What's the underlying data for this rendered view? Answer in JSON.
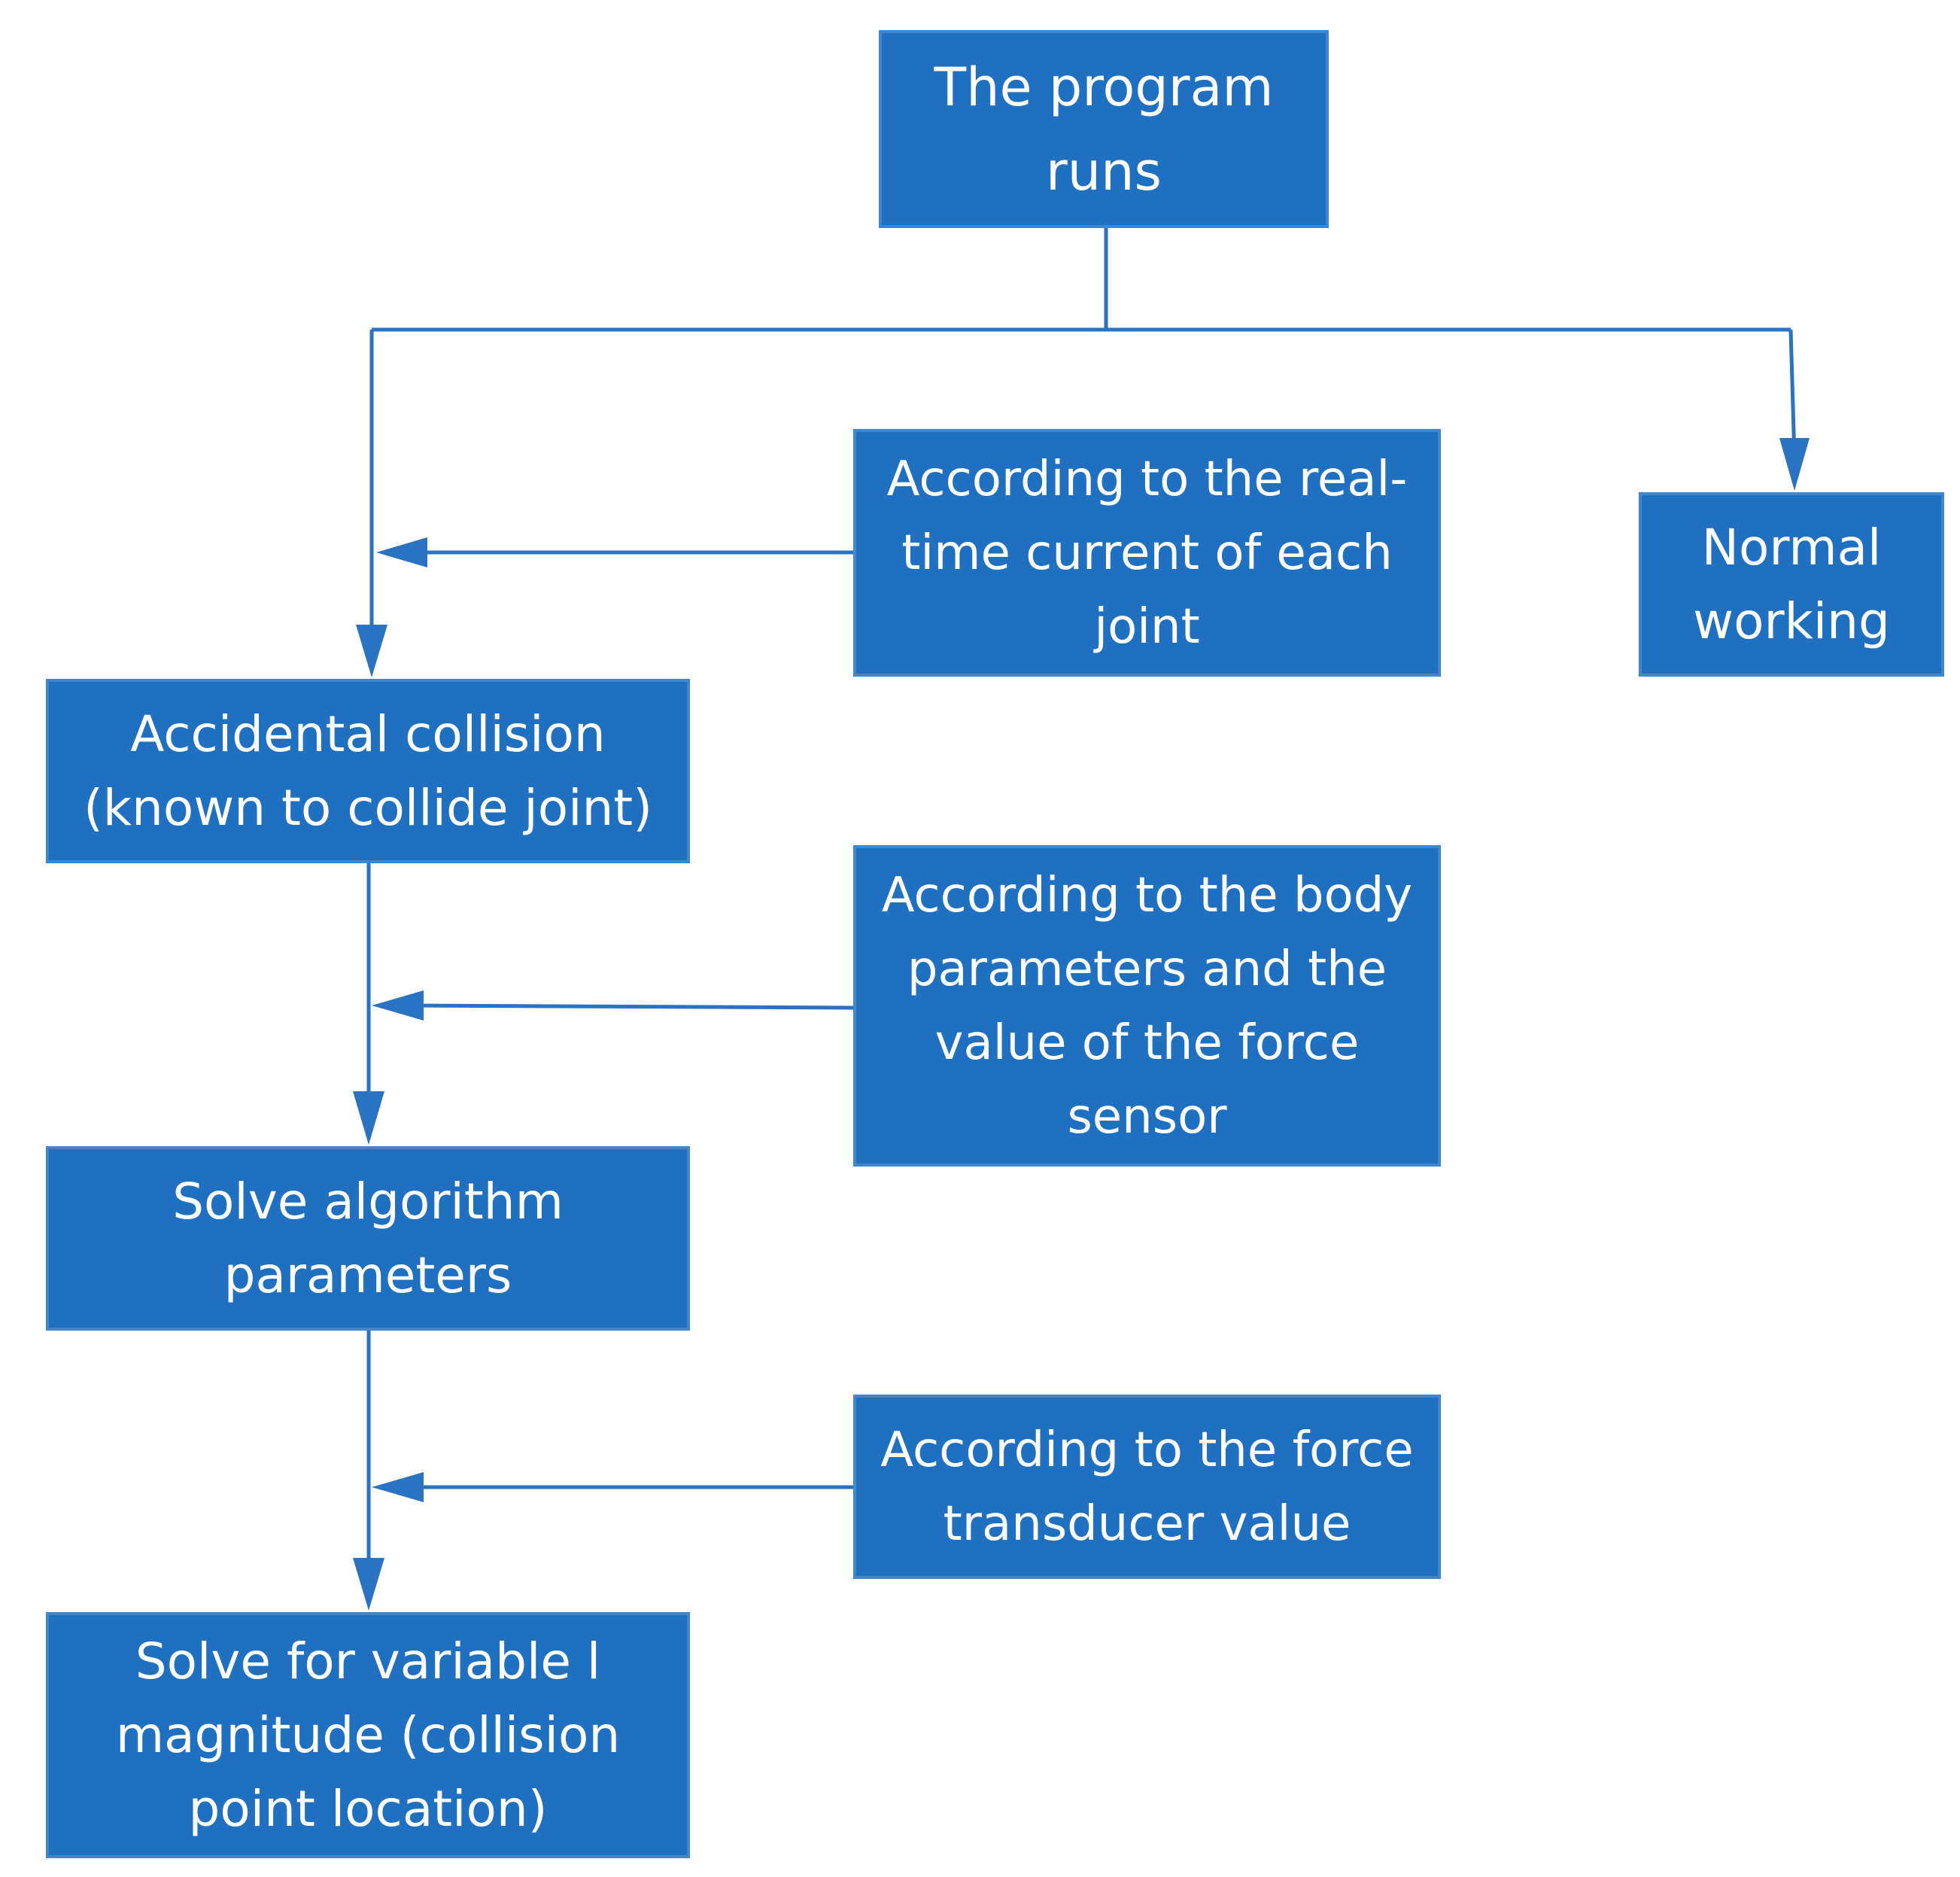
{
  "diagram": {
    "colors": {
      "box_fill": "#1f70c1",
      "box_border": "#3f86cf",
      "text": "#ffffff",
      "connector": "#2a72c2",
      "background": "#ffffff"
    },
    "nodes": {
      "start": {
        "label": "The program\nruns"
      },
      "current": {
        "label": "According to the real-\ntime current of each\njoint"
      },
      "normal": {
        "label": "Normal\nworking"
      },
      "collision": {
        "label": "Accidental collision\n(known to collide joint)"
      },
      "body": {
        "label": "According to the body\nparameters and the\nvalue of the force\nsensor"
      },
      "solve": {
        "label": "Solve algorithm\nparameters"
      },
      "force": {
        "label": "According to the force\ntransducer value"
      },
      "variable": {
        "label": "Solve for variable l\nmagnitude (collision\npoint location)"
      }
    },
    "edges": [
      {
        "from": "start",
        "to": "collision"
      },
      {
        "from": "start",
        "to": "normal"
      },
      {
        "from": "current",
        "to": "start-collision-line"
      },
      {
        "from": "collision",
        "to": "solve"
      },
      {
        "from": "body",
        "to": "collision-solve-line"
      },
      {
        "from": "solve",
        "to": "variable"
      },
      {
        "from": "force",
        "to": "solve-variable-line"
      }
    ]
  }
}
